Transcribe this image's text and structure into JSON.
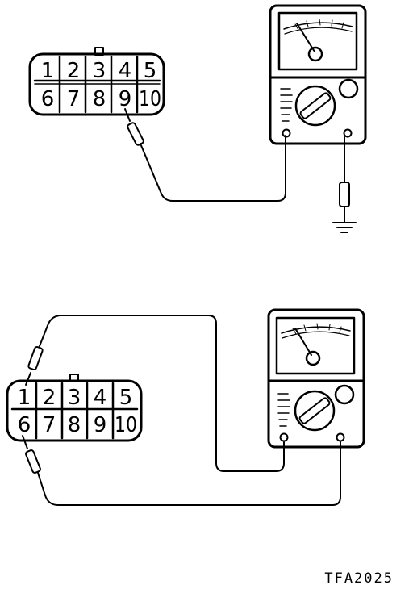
{
  "connector_top": {
    "row1": [
      "1",
      "2",
      "3",
      "4",
      "5"
    ],
    "row2": [
      "6",
      "7",
      "8",
      "9",
      "10"
    ]
  },
  "connector_bottom": {
    "row1": [
      "1",
      "2",
      "3",
      "4",
      "5"
    ],
    "row2": [
      "6",
      "7",
      "8",
      "9",
      "10"
    ]
  },
  "figure_code": "TFA2025"
}
